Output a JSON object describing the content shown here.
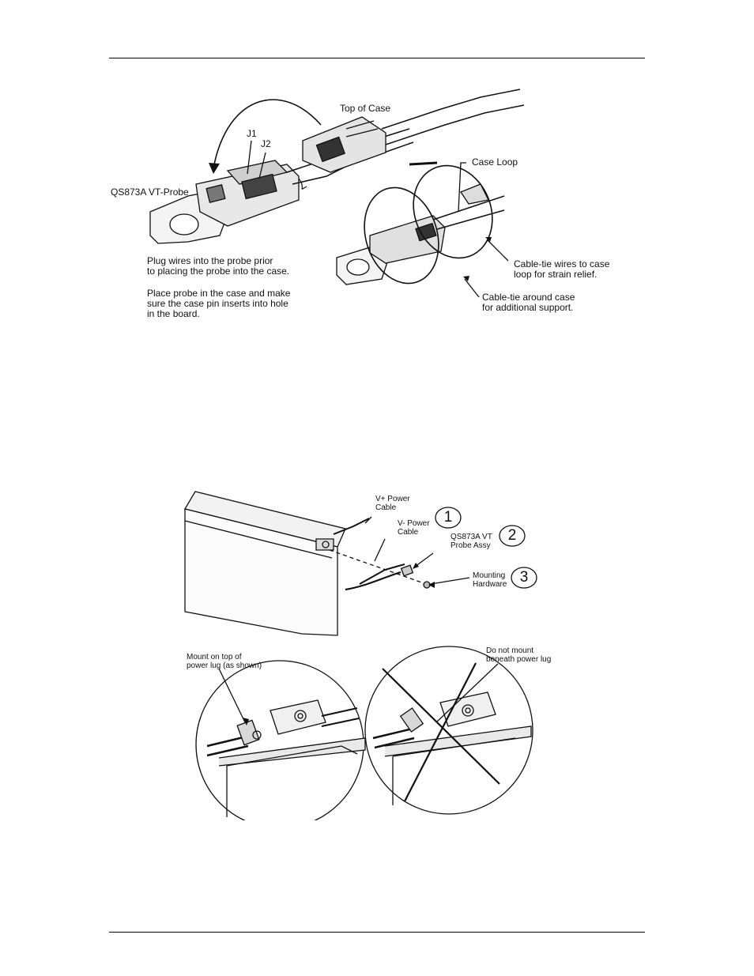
{
  "figure1": {
    "labels": {
      "top_of_case": "Top of Case",
      "j1": "J1",
      "j2": "J2",
      "probe": "QS873A VT-Probe",
      "case_loop": "Case Loop",
      "plug_note": "Plug wires into the probe prior\nto placing  the probe into the case.",
      "place_note": "Place probe in the case and make\nsure the case pin inserts into hole\nin the board.",
      "cable_tie_loop": "Cable-tie wires to case\nloop for strain relief.",
      "cable_tie_around": "Cable-tie around case\nfor additional support."
    }
  },
  "figure2": {
    "labels": {
      "v_plus": "V+ Power\nCable",
      "v_minus": "V- Power\nCable",
      "probe_assy": "QS873A VT\nProbe Assy",
      "mounting": "Mounting\nHardware",
      "mount_on_top": "Mount on top of\npower lug (as shown)",
      "do_not_mount": "Do not mount\nbeneath power lug"
    },
    "callouts": [
      "1",
      "2",
      "3"
    ]
  }
}
